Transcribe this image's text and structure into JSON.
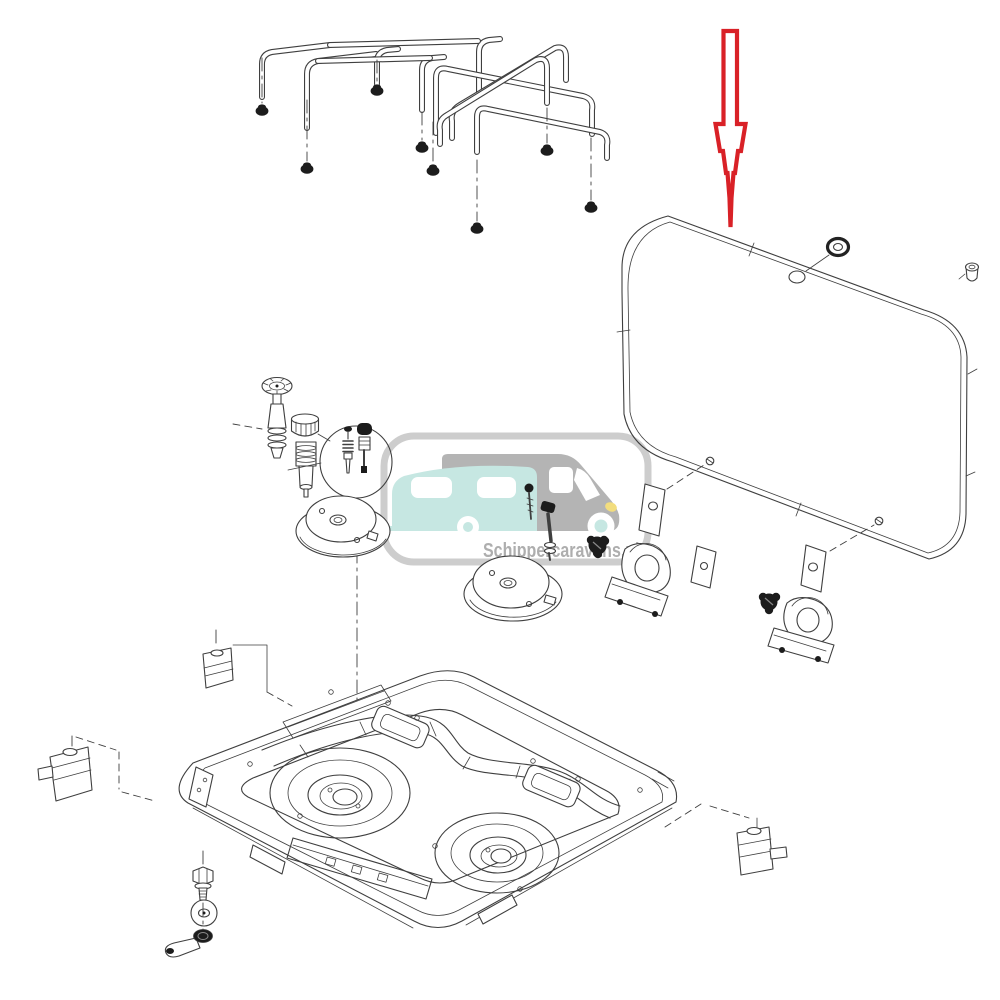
{
  "meta": {
    "description": "Exploded-view spare parts line diagram of a two-burner caravan gas hob: pan support racks, glass lid (marked with red arrow), lid hinges, burner components and hob tray",
    "type": "technical-parts-diagram"
  },
  "watermark": {
    "text": "Schippercaravans.nl"
  },
  "colors": {
    "line": "#3f3f3f",
    "arrow_red": "#d92127",
    "part_black": "#1c1c1c",
    "watermark_frame": "#cdcdcd",
    "watermark_caravan_teal": "#c6e7e2",
    "watermark_van_gray": "#b4b4b4",
    "watermark_headlight_yellow": "#f2dd7e",
    "watermark_text_gray": "#a0a0a0",
    "background": "#ffffff"
  },
  "parts": [
    {
      "id": "pan-support-racks",
      "name": "pan support wire racks"
    },
    {
      "id": "rubber-feet",
      "name": "rack rubber feet (8x)"
    },
    {
      "id": "red-arrow",
      "name": "red indicator arrow"
    },
    {
      "id": "glass-lid",
      "name": "glass lid panel (indicated part)"
    },
    {
      "id": "lid-grommet",
      "name": "lid grommet ring"
    },
    {
      "id": "lid-plug",
      "name": "lid corner plug"
    },
    {
      "id": "lid-hinge-left",
      "name": "lid hinge assembly left"
    },
    {
      "id": "lid-hinge-right",
      "name": "lid hinge assembly right"
    },
    {
      "id": "hinge-knobs",
      "name": "black hinge knobs"
    },
    {
      "id": "burner-cap",
      "name": "burner cap"
    },
    {
      "id": "valve-stems",
      "name": "gas valve stems"
    },
    {
      "id": "detail-circle",
      "name": "detail circle: injector jet and ignition electrode"
    },
    {
      "id": "burner-bases",
      "name": "burner base assemblies (2x)"
    },
    {
      "id": "hob-tray",
      "name": "hob tray with two burner wells"
    },
    {
      "id": "mount-bracket-left",
      "name": "mounting bracket left"
    },
    {
      "id": "mount-bracket-right",
      "name": "mounting bracket right"
    },
    {
      "id": "corner-box-bracket",
      "name": "corner box bracket"
    },
    {
      "id": "bolt-washer-latch",
      "name": "bolt, washer and latch set"
    }
  ]
}
